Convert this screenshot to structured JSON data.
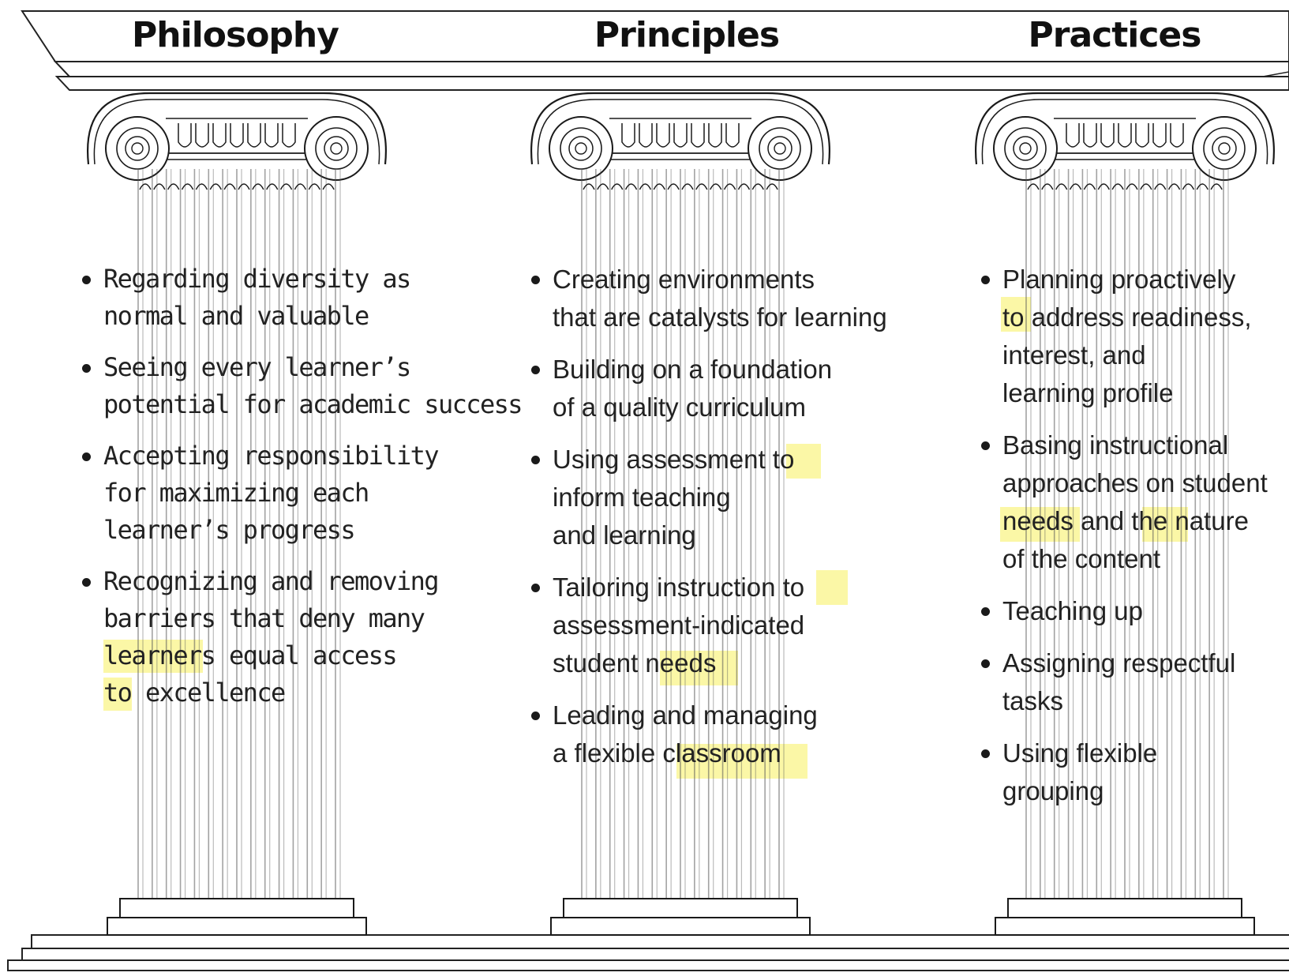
{
  "columns": [
    {
      "heading": "Philosophy",
      "items": [
        {
          "lines": [
            "Regarding diversity as",
            "normal and valuable"
          ]
        },
        {
          "lines": [
            "Seeing every learner’s",
            "potential for academic success"
          ]
        },
        {
          "lines": [
            "Accepting responsibility",
            "for maximizing each",
            "learner’s progress"
          ]
        },
        {
          "lines": [
            "Recognizing and removing",
            "barriers that deny many",
            "learners equal access",
            "to excellence"
          ]
        }
      ]
    },
    {
      "heading": "Principles",
      "items": [
        {
          "lines": [
            "Creating environments",
            "that are catalysts for learning"
          ]
        },
        {
          "lines": [
            "Building on a foundation",
            "of a quality curriculum"
          ]
        },
        {
          "lines": [
            "Using assessment to",
            "inform teaching",
            "and learning"
          ]
        },
        {
          "lines": [
            "Tailoring instruction to",
            "assessment-indicated",
            "student needs"
          ]
        },
        {
          "lines": [
            "Leading and managing",
            "a flexible classroom"
          ]
        }
      ]
    },
    {
      "heading": "Practices",
      "items": [
        {
          "lines": [
            "Planning proactively",
            "to address readiness,",
            "interest, and",
            "learning profile"
          ]
        },
        {
          "lines": [
            "Basing instructional",
            "approaches on student",
            "needs and the nature",
            "of the content"
          ]
        },
        {
          "lines": [
            "Teaching up"
          ]
        },
        {
          "lines": [
            "Assigning respectful",
            "tasks"
          ]
        },
        {
          "lines": [
            "Using flexible",
            "grouping"
          ]
        }
      ]
    }
  ],
  "colors": {
    "ink": "#1a1a1a",
    "shaft_line": "#555555",
    "highlight": "#fbf7a6"
  }
}
